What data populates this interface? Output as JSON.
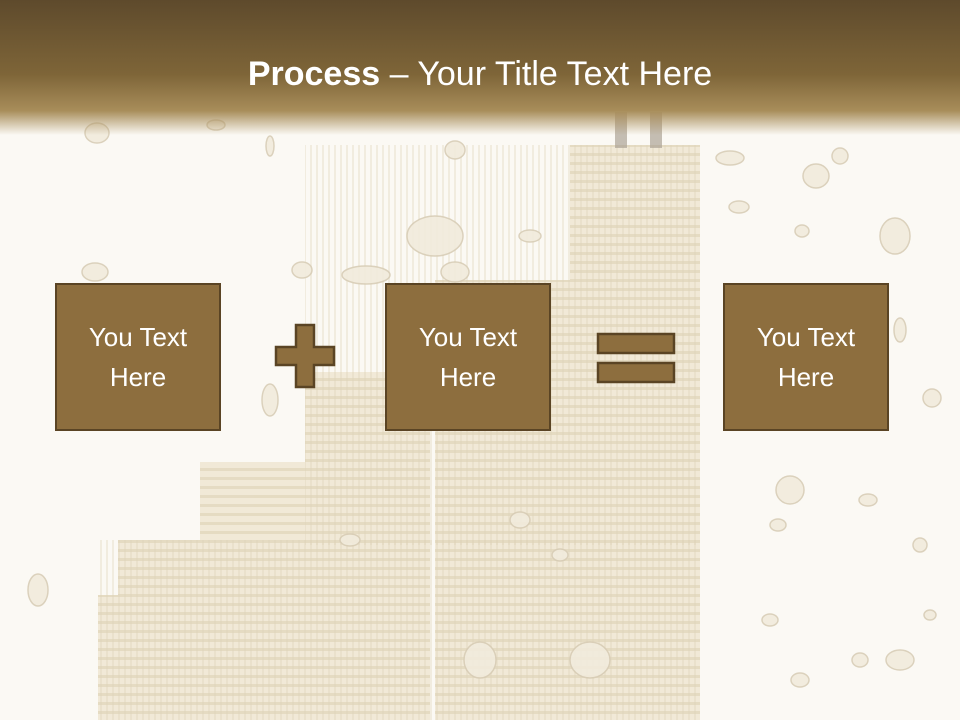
{
  "slide": {
    "title_bold": "Process",
    "title_rest": " – Your Title Text Here"
  },
  "boxes": [
    {
      "text": "You Text Here"
    },
    {
      "text": "You Text Here"
    },
    {
      "text": "You Text Here"
    }
  ],
  "operators": [
    "plus",
    "equals"
  ],
  "colors": {
    "box_fill": "#8d6e3e",
    "box_border": "#5a4424",
    "title_bar": "#6e5630",
    "background": "#f7f4ec"
  }
}
